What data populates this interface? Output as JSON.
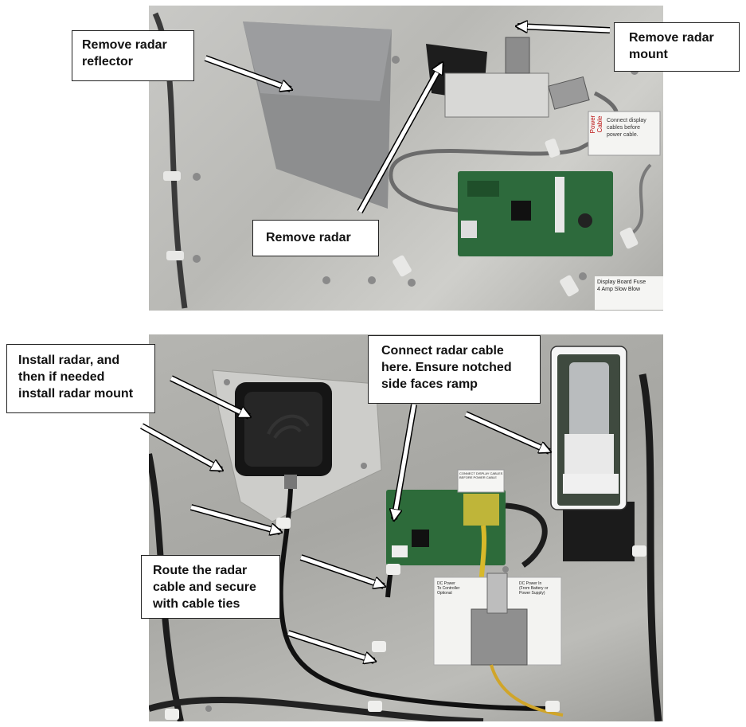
{
  "top_panel": {
    "callouts": {
      "reflector": "Remove radar\nreflector",
      "mount": "Remove radar\nmount",
      "radar": "Remove radar"
    },
    "photo_labels": {
      "sticker_side": "Power Cable",
      "sticker_text": "Connect display\ncables before\npower cable.",
      "fuse_label": "Display Board Fuse\n4 Amp Slow Blow"
    }
  },
  "bottom_panel": {
    "callouts": {
      "install": "Install radar, and\nthen if needed\ninstall radar mount",
      "connect": "Connect radar cable\nhere. Ensure notched\nside faces ramp",
      "route": "Route the radar\ncable and secure\nwith cable ties"
    },
    "photo_labels": {
      "board_sticker": "CONNECT DISPLAY CABLES\nBEFORE POWER CABLE",
      "dc_power_in": "DC Power In\n(From Battery or\nPower Supply)",
      "dc_power_out": "DC Power\nTo Controller\nOptional"
    }
  }
}
